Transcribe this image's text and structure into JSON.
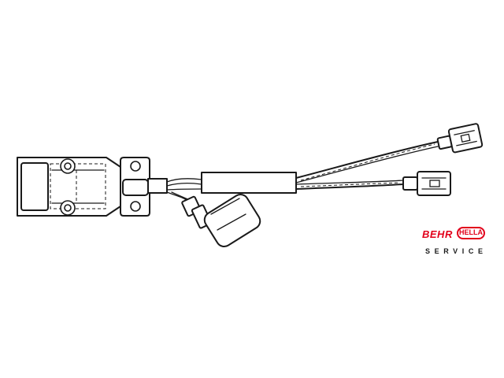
{
  "logo": {
    "brand1": "BEHR",
    "brand2": "HELLA",
    "tagline": "SERVICE",
    "brand_color": "#e2001a",
    "tagline_color": "#1a1a1a"
  },
  "diagram": {
    "subject": "resistor unit with wiring harness and connectors",
    "line_color": "#1a1a1a"
  }
}
